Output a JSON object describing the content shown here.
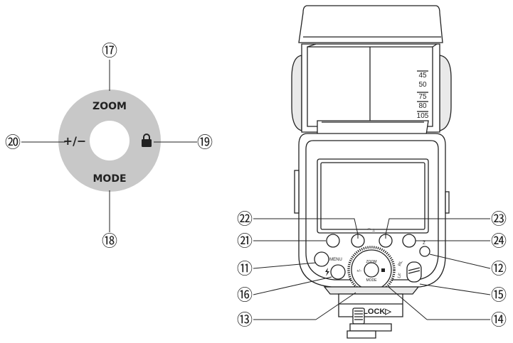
{
  "dial_closeup": {
    "zoom": "ZOOM",
    "mode": "MODE",
    "plus_minus": "+/−",
    "callouts": {
      "top": "⑰",
      "bottom": "⑱",
      "right": "⑲",
      "left": "⑳"
    }
  },
  "flash_unit": {
    "head_scale": [
      "45",
      "50",
      "75",
      "80",
      "105"
    ],
    "menu_label": "MENU",
    "dial_labels": {
      "zoom": "ZOOM",
      "mode": "MODE",
      "plus_minus": "+/−"
    },
    "lock_label": "LOCK▷",
    "switch_labels": [
      "RL",
      "LF"
    ],
    "callouts": {
      "c11": "⑪",
      "c12": "⑫",
      "c13": "⑬",
      "c14": "⑭",
      "c15": "⑮",
      "c16": "⑯",
      "c21": "㉑",
      "c22": "㉒",
      "c23": "㉓",
      "c24": "㉔"
    }
  },
  "colors": {
    "line": "#222222",
    "dial_fill": "#c8c8c8",
    "panel_fill": "#ffffff",
    "shade": "#e9e9e9"
  }
}
